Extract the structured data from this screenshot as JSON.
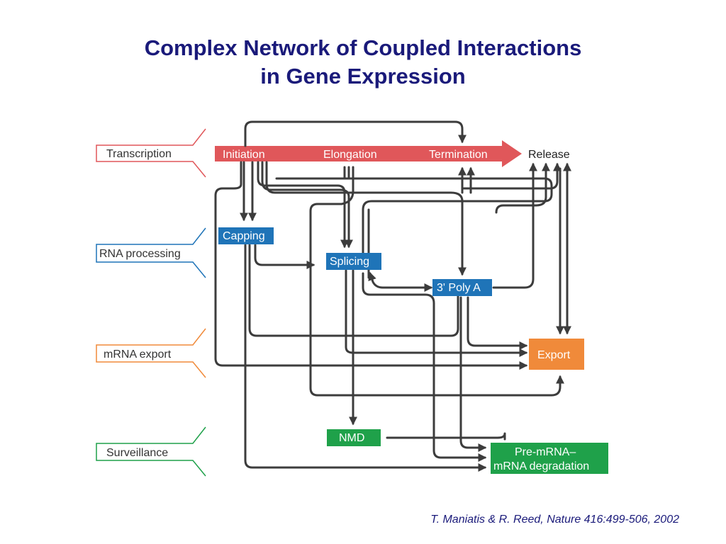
{
  "title": {
    "line1": "Complex Network of Coupled Interactions",
    "line2": "in Gene Expression"
  },
  "categories": {
    "transcription": "Transcription",
    "rna_processing": "RNA processing",
    "mrna_export": "mRNA export",
    "surveillance": "Surveillance"
  },
  "transcription_bar": {
    "initiation": "Initiation",
    "elongation": "Elongation",
    "termination": "Termination"
  },
  "release": "Release",
  "boxes": {
    "capping": "Capping",
    "splicing": "Splicing",
    "poly_a": "3' Poly A",
    "export": "Export",
    "nmd": "NMD",
    "degradation_line1": "Pre-mRNA–",
    "degradation_line2": "mRNA degradation"
  },
  "colors": {
    "title": "#1a1a7a",
    "transcription": "#e0575a",
    "rna_processing": "#1f74b8",
    "export": "#f08a3a",
    "surveillance": "#1fa14a",
    "line": "#3c3c3c"
  },
  "citation": "T. Maniatis & R. Reed, Nature 416:499-506, 2002"
}
